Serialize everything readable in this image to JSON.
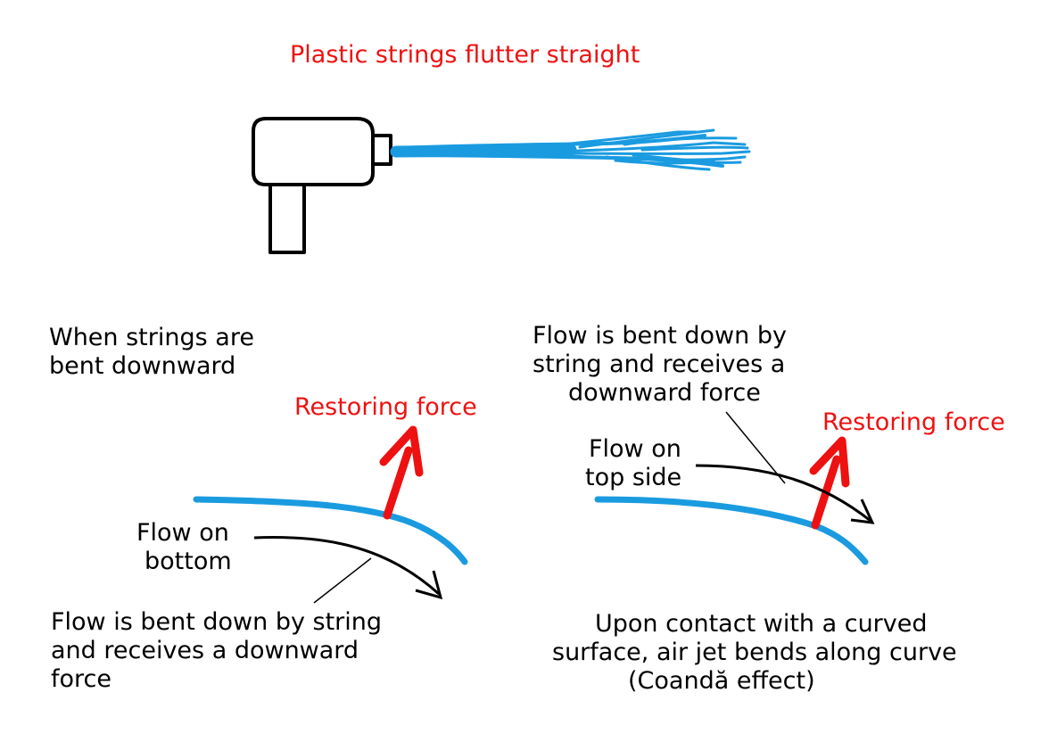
{
  "title": "Plastic strings flutter straight",
  "left_panel": {
    "heading": [
      "When strings are",
      "bent downward"
    ],
    "restoring_force": "Restoring force",
    "flow_label": [
      "Flow on",
      "bottom"
    ],
    "caption": [
      "Flow is bent down by string",
      "and receives a downward",
      "force"
    ]
  },
  "right_panel": {
    "top_note": [
      "Flow is bent down by",
      "string and receives a",
      "downward force"
    ],
    "restoring_force": "Restoring force",
    "flow_label": [
      "Flow on",
      "top side"
    ],
    "caption": [
      "Upon contact with a curved",
      "surface, air jet bends along curve",
      "(Coandă effect)"
    ]
  },
  "colors": {
    "string": "#1a9be0",
    "force_arrow": "#ee1111",
    "text_red": "#ee1111",
    "outline": "#000000"
  }
}
